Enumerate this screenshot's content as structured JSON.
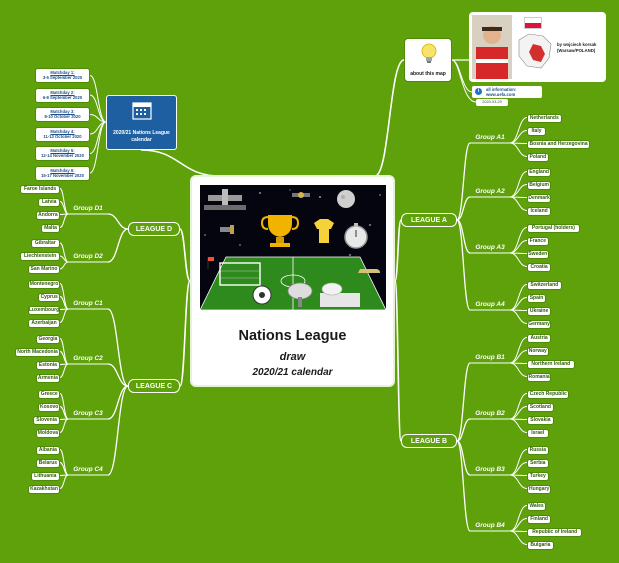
{
  "center": {
    "title": "Nations League",
    "subtitle": "draw",
    "calendar": "2020/21 calendar"
  },
  "calendar_node": {
    "label": "2020/21 Nations League calendar",
    "icon": "calendar-icon"
  },
  "matchdays": [
    {
      "title": "Matchday 1:",
      "dates": "3-5 September 2020"
    },
    {
      "title": "Matchday 2:",
      "dates": "6-8 September 2020"
    },
    {
      "title": "Matchday 3:",
      "dates": "8-10 October 2020"
    },
    {
      "title": "Matchday 4:",
      "dates": "11-13 October 2020"
    },
    {
      "title": "Matchday 5:",
      "dates": "12-14 November 2020"
    },
    {
      "title": "Matchday 6:",
      "dates": "15-17 November 2020"
    }
  ],
  "about": {
    "label": "about this map",
    "icon": "lightbulb-icon",
    "author": "by wojciech korsak (Warsaw/POLAND)",
    "info": "all information: www.uefa.com",
    "date": "2020-03-29",
    "flag_colors": [
      "#ffffff",
      "#dc143c"
    ]
  },
  "leagues": {
    "A": {
      "label": "LEAGUE A",
      "groups": [
        {
          "name": "Group A1",
          "teams": [
            "Netherlands",
            "Italy",
            "Bosnia and Herzegovina",
            "Poland"
          ]
        },
        {
          "name": "Group A2",
          "teams": [
            "England",
            "Belgium",
            "Denmark",
            "Iceland"
          ]
        },
        {
          "name": "Group A3",
          "teams": [
            "Portugal (holders)",
            "France",
            "Sweden",
            "Croatia"
          ]
        },
        {
          "name": "Group A4",
          "teams": [
            "Switzerland",
            "Spain",
            "Ukraine",
            "Germany"
          ]
        }
      ]
    },
    "B": {
      "label": "LEAGUE B",
      "groups": [
        {
          "name": "Group B1",
          "teams": [
            "Austria",
            "Norway",
            "Northern Ireland",
            "Romania"
          ]
        },
        {
          "name": "Group B2",
          "teams": [
            "Czech Republic",
            "Scotland",
            "Slovakia",
            "Israel"
          ]
        },
        {
          "name": "Group B3",
          "teams": [
            "Russia",
            "Serbia",
            "Turkey",
            "Hungary"
          ]
        },
        {
          "name": "Group B4",
          "teams": [
            "Wales",
            "Finland",
            "Republic of Ireland",
            "Bulgaria"
          ]
        }
      ]
    },
    "C": {
      "label": "LEAGUE C",
      "groups": [
        {
          "name": "Group C1",
          "teams": [
            "Montenegro",
            "Cyprus",
            "Luxembourg",
            "Azerbaijan"
          ]
        },
        {
          "name": "Group C2",
          "teams": [
            "Georgia",
            "North Macedonia",
            "Estonia",
            "Armenia"
          ]
        },
        {
          "name": "Group C3",
          "teams": [
            "Greece",
            "Kosovo",
            "Slovenia",
            "Moldova"
          ]
        },
        {
          "name": "Group C4",
          "teams": [
            "Albania",
            "Belarus",
            "Lithuania",
            "Kazakhstan"
          ]
        }
      ]
    },
    "D": {
      "label": "LEAGUE D",
      "groups": [
        {
          "name": "Group D1",
          "teams": [
            "Faroe Islands",
            "Latvia",
            "Andorra",
            "Malta"
          ]
        },
        {
          "name": "Group D2",
          "teams": [
            "Gibraltar",
            "Liechtenstein",
            "San Marino"
          ]
        }
      ]
    }
  },
  "colors": {
    "background": "#5ea10a",
    "box_text": "#2d5d05",
    "link": "#1d4f8a",
    "calendar_node": "#1d5fa0"
  }
}
